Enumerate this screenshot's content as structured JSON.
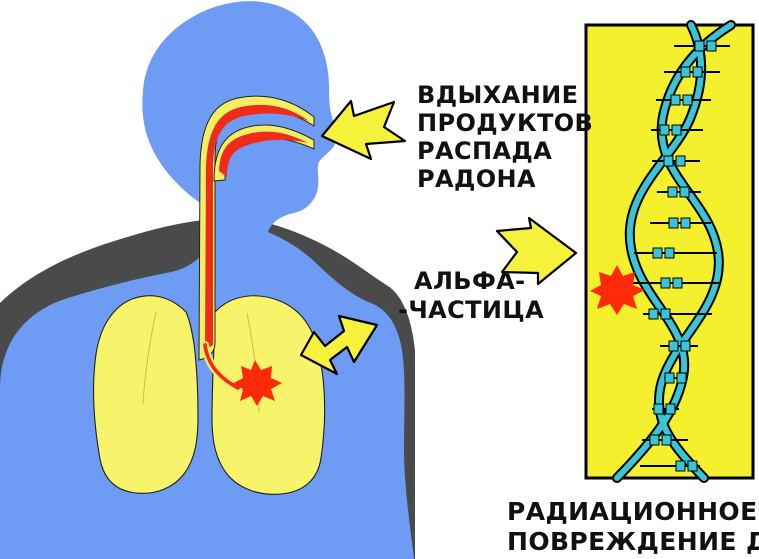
{
  "labels": {
    "inhalation": [
      "ВДЫХАНИЕ",
      "ПРОДУКТОВ",
      "РАСПАДА",
      "РАДОНА"
    ],
    "alpha": [
      "АЛЬФА-",
      "-ЧАСТИЦА"
    ],
    "damage": [
      "РАДИАЦИОННОЕ",
      "ПОВРЕЖДЕНИЕ ДНК"
    ]
  },
  "colors": {
    "body": "#6e9cf4",
    "shoulder_shadow": "#4a4a4a",
    "lung_fill": "#f7f36a",
    "airway_outer": "#f2ef63",
    "airway_inner": "#ef2b1a",
    "dna_panel": "#f4f02d",
    "dna_panel_border": "#000000",
    "dna_strand": "#3bc4d6",
    "dna_backbone": "#000000",
    "alpha_mark": "#ff2a0a",
    "arrow_fill": "#f5f23b",
    "arrow_stroke": "#000000"
  },
  "icons": {
    "body": "human-body-icon",
    "lungs": "lungs-icon",
    "airway": "airway-icon",
    "dna": "dna-helix-icon",
    "alpha_particle": "alpha-particle-icon",
    "arrow": "arrow-icon"
  }
}
